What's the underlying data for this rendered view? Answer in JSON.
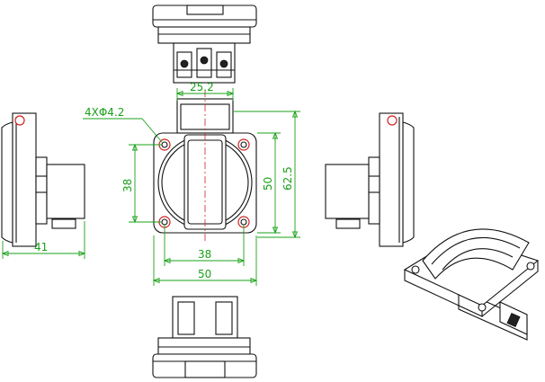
{
  "drawing": {
    "callout": "4XΦ4.2",
    "dimensions": {
      "top_width": "25.2",
      "inner_height": "38",
      "flange_height": "50",
      "overall_height": "62.5",
      "inner_width": "38",
      "flange_width": "50",
      "side_depth": "41"
    }
  }
}
